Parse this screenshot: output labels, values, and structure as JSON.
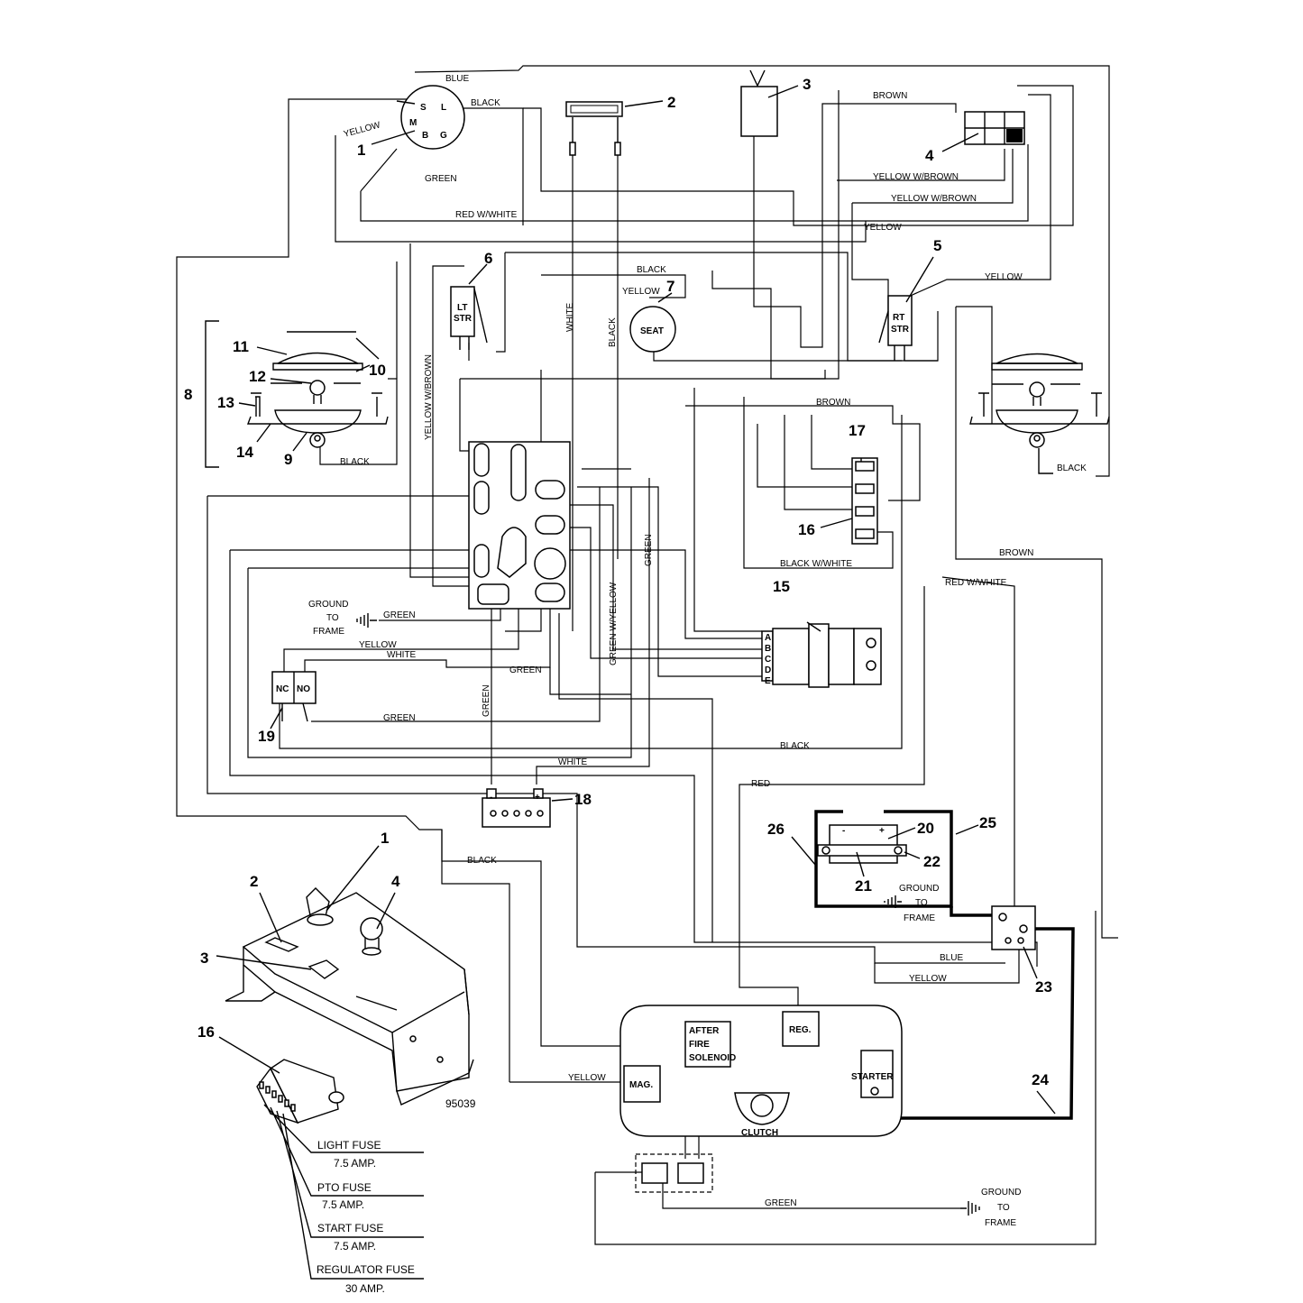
{
  "wire_labels": {
    "blue_top": "BLUE",
    "black_top": "BLACK",
    "yellow_key": "YELLOW",
    "green_key": "GREEN",
    "red_white_top": "RED W/WHITE",
    "brown_top": "BROWN",
    "yellow_w_brown_1": "YELLOW W/BROWN",
    "yellow_w_brown_2": "YELLOW W/BROWN",
    "yellow_mid": "YELLOW",
    "black_mid": "BLACK",
    "yellow_seat": "YELLOW",
    "yellow_right": "YELLOW",
    "white_vert": "WHITE",
    "black_vert": "BLACK",
    "yellow_w_brown_vert": "YELLOW W/BROWN",
    "black_left_light": "BLACK",
    "brown_mid": "BROWN",
    "black_right_light": "BLACK",
    "black_w_white": "BLACK W/WHITE",
    "brown_right": "BROWN",
    "red_w_white_right": "RED W/WHITE",
    "green_ground": "GREEN",
    "yellow_switch": "YELLOW",
    "white_switch": "WHITE",
    "green_switch": "GREEN",
    "green_bottom": "GREEN",
    "black_bottom": "BLACK",
    "green_vert_1": "GREEN",
    "green_w_yellow": "GREEN W/YELLOW",
    "green_vert_2": "GREEN",
    "white_battery": "WHITE",
    "red": "RED",
    "black_low": "BLACK",
    "blue_low": "BLUE",
    "yellow_low": "YELLOW",
    "yellow_mag": "YELLOW",
    "green_clutch": "GREEN"
  },
  "components": {
    "key_s": "S",
    "key_l": "L",
    "key_m": "M",
    "key_b": "B",
    "key_g": "G",
    "lt_str": [
      "LT",
      "STR"
    ],
    "rt_str": [
      "RT",
      "STR"
    ],
    "seat": "SEAT",
    "nc": "NC",
    "no": "NO",
    "battery_neg": "-",
    "battery_pos": "+",
    "rectifier_neg": "-",
    "rectifier_pos": "+",
    "after_fire": [
      "AFTER",
      "FIRE",
      "SOLENOID"
    ],
    "reg": "REG.",
    "mag": "MAG.",
    "starter": "STARTER",
    "clutch": "CLUTCH",
    "connector_pins": [
      "A",
      "B",
      "C",
      "D",
      "E"
    ]
  },
  "grounds": {
    "left": [
      "GROUND",
      "TO",
      "FRAME"
    ],
    "regulator": [
      "GROUND",
      "TO",
      "FRAME"
    ],
    "clutch": [
      "GROUND",
      "TO",
      "FRAME"
    ]
  },
  "callouts": {
    "n1": "1",
    "n2": "2",
    "n3": "3",
    "n4": "4",
    "n5": "5",
    "n6": "6",
    "n7": "7",
    "n8": "8",
    "n9": "9",
    "n10": "10",
    "n11": "11",
    "n12": "12",
    "n13": "13",
    "n14": "14",
    "n15": "15",
    "n16": "16",
    "n17": "17",
    "n18": "18",
    "n19": "19",
    "n20": "20",
    "n21": "21",
    "n22": "22",
    "n23": "23",
    "n24": "24",
    "n25": "25",
    "n26": "26",
    "p1": "1",
    "p2": "2",
    "p3": "3",
    "p4": "4",
    "p16": "16"
  },
  "part_number": "95039",
  "fuses": [
    {
      "name": "LIGHT FUSE",
      "rating": "7.5 AMP."
    },
    {
      "name": "PTO FUSE",
      "rating": "7.5 AMP."
    },
    {
      "name": "START FUSE",
      "rating": "7.5 AMP."
    },
    {
      "name": "REGULATOR FUSE",
      "rating": "30 AMP."
    }
  ]
}
